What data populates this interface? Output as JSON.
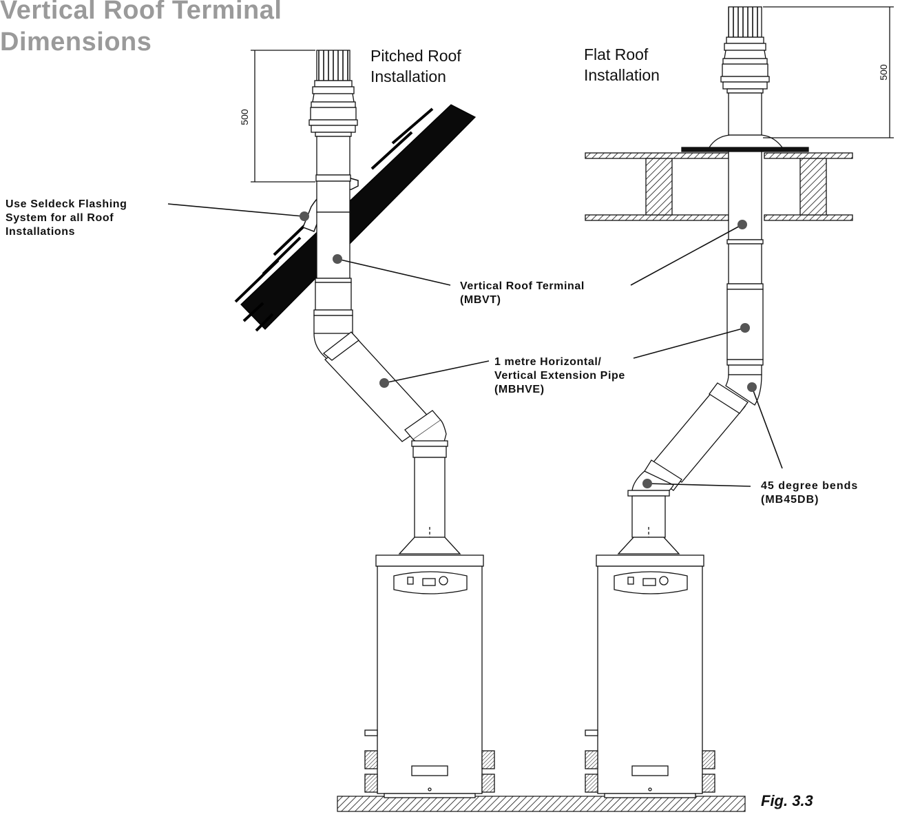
{
  "title": {
    "line1": "Vertical Roof Terminal",
    "line2": "Dimensions"
  },
  "captions": {
    "pitched": {
      "line1": "Pitched Roof",
      "line2": "Installation"
    },
    "flat": {
      "line1": "Flat Roof",
      "line2": "Installation"
    }
  },
  "dimensions": {
    "pitched_terminal_height": "500",
    "flat_terminal_height": "500"
  },
  "labels": {
    "flashing": {
      "line1": "Use Seldeck Flashing",
      "line2": "System for all Roof",
      "line3": "Installations"
    },
    "terminal": {
      "line1": "Vertical Roof Terminal",
      "line2": "(MBVT)"
    },
    "extension": {
      "line1": "1 metre Horizontal/",
      "line2": "Vertical Extension Pipe",
      "line3": "(MBHVE)"
    },
    "bends": {
      "line1": "45 degree bends",
      "line2": "(MB45DB)"
    }
  },
  "figure_label": "Fig. 3.3",
  "colors": {
    "heading": "#9a9a9a",
    "ink": "#111111",
    "roof": "#0a0a0a"
  }
}
